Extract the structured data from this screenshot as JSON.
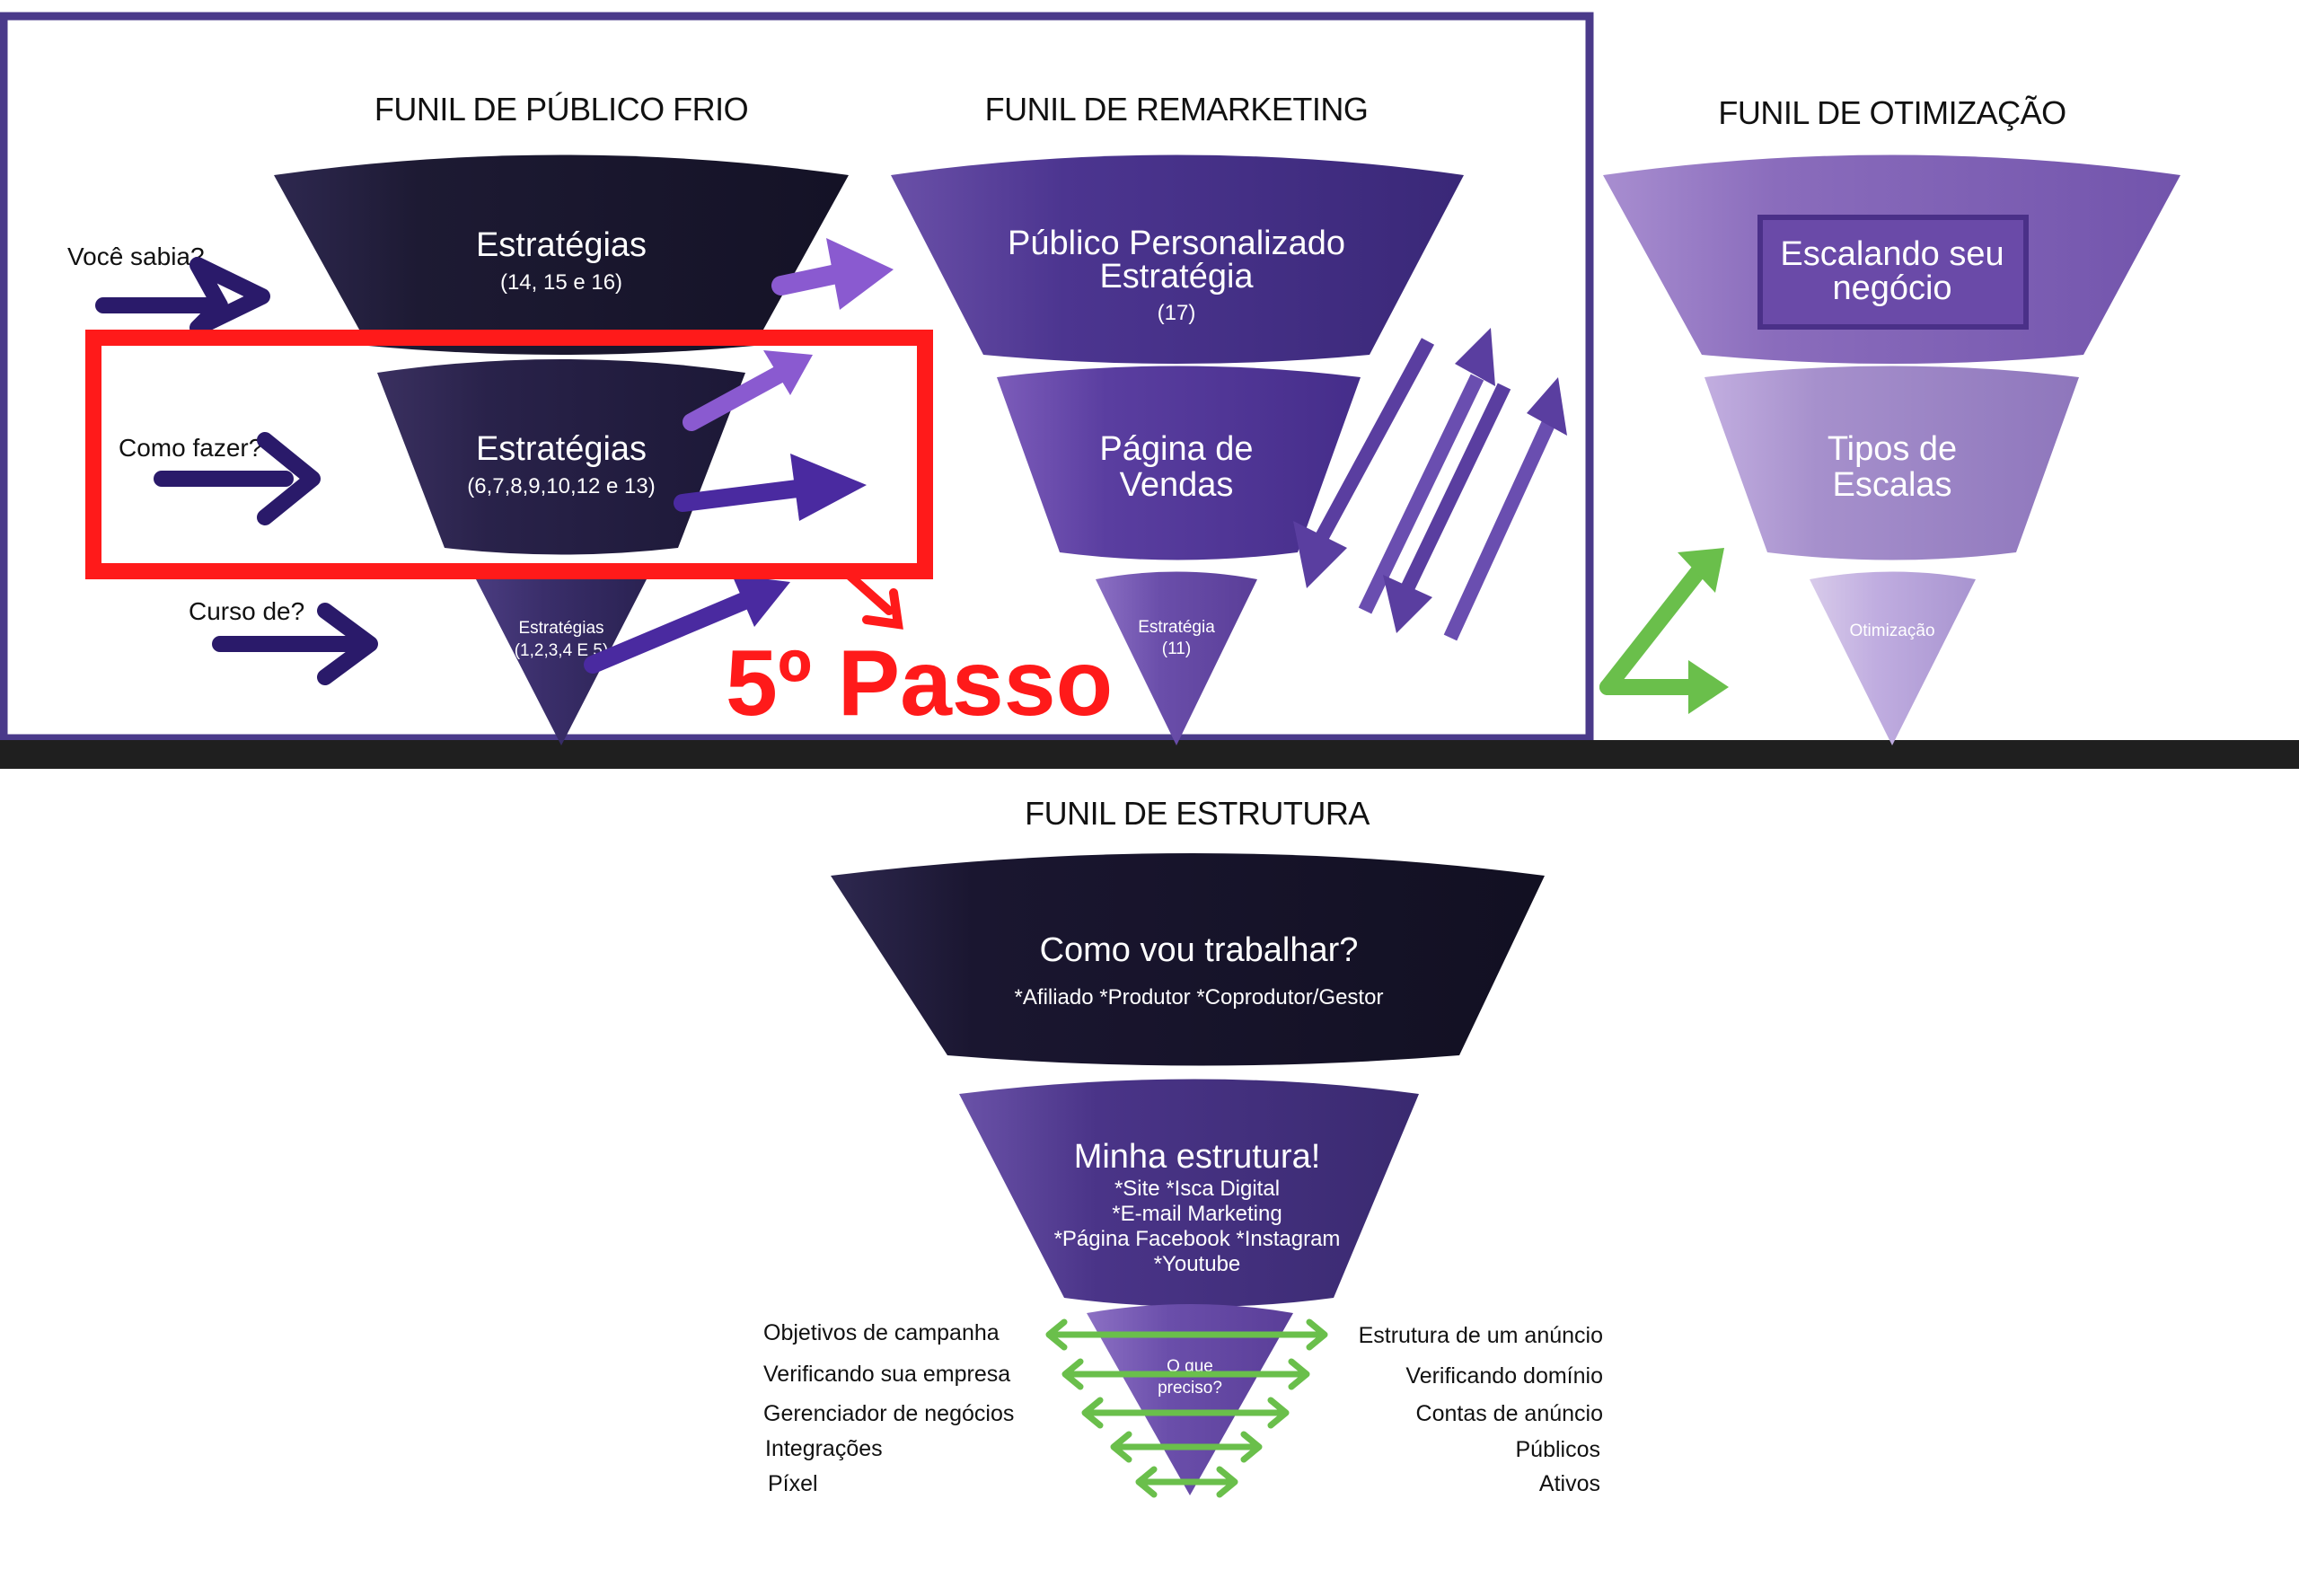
{
  "colors": {
    "frame_purple": "#4a3a8a",
    "dark_funnel": "#1c1830",
    "remarketing_purple": "#4a3488",
    "optimization_purple": "#9a7fc0",
    "highlight_red": "#ff1a1a",
    "arrow_green": "#6abf4b"
  },
  "cold": {
    "title": "FUNIL DE PÚBLICO FRIO",
    "label1": "Você sabia?",
    "label2": "Como fazer?",
    "label3": "Curso de?",
    "t1": "Estratégias",
    "s1": "(14, 15 e 16)",
    "t2": "Estratégias",
    "s2": "(6,7,8,9,10,12 e 13)",
    "t3": "Estratégias",
    "s3": "(1,2,3,4 E 5)"
  },
  "remarketing": {
    "title": "FUNIL DE REMARKETING",
    "t1a": "Público Personalizado",
    "t1b": "Estratégia",
    "s1": "(17)",
    "t2a": "Página de",
    "t2b": "Vendas",
    "t3": "Estratégia",
    "s3": "(11)"
  },
  "optimization": {
    "title": "FUNIL DE OTIMIZAÇÃO",
    "t1a": "Escalando seu",
    "t1b": "negócio",
    "t2a": "Tipos de",
    "t2b": "Escalas",
    "t3": "Otimização"
  },
  "step_label": "5º Passo",
  "structure": {
    "title": "FUNIL DE ESTRUTURA",
    "t1": "Como vou trabalhar?",
    "s1": "*Afiliado *Produtor *Coprodutor/Gestor",
    "t2": "Minha estrutura!",
    "l2a": "*Site *Isca Digital",
    "l2b": "*E-mail Marketing",
    "l2c": "*Página Facebook *Instagram",
    "l2d": "*Youtube",
    "t3a": "O que",
    "t3b": "preciso?",
    "left": [
      "Objetivos de campanha",
      "Verificando sua empresa",
      "Gerenciador de negócios",
      "Integrações",
      "Píxel"
    ],
    "right": [
      "Estrutura de um anúncio",
      "Verificando domínio",
      "Contas de anúncio",
      "Públicos",
      "Ativos"
    ]
  }
}
